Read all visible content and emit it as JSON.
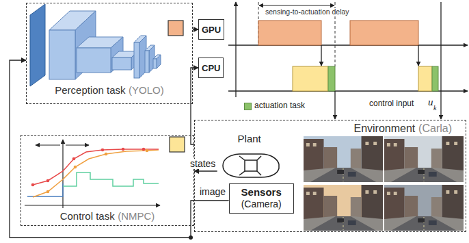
{
  "diagram": {
    "nodes": [
      {
        "text": [
          "Perception task",
          "(YOLO)"
        ]
      },
      {
        "text": [
          "GPU"
        ]
      },
      {
        "text": [
          "CPU"
        ]
      },
      {
        "text": [
          "Environment",
          "(Carla)"
        ]
      },
      {
        "text": [
          "Plant"
        ],
        "in": 3
      },
      {
        "text": [
          "Sensors",
          "(Camera)"
        ],
        "in": 3
      },
      {
        "text": [
          "Control task",
          "(NMPC)"
        ]
      }
    ],
    "edges": [
      {
        "from": 0,
        "to": 1,
        "arrow": "to"
      },
      {
        "from": 6,
        "to": 2,
        "arrow": "to"
      },
      {
        "from": 4,
        "to": 6,
        "label": "states",
        "arrow": "to"
      },
      {
        "from": 5,
        "to": 0,
        "label": "image",
        "arrow": "to"
      }
    ],
    "labels": [
      "sensing-to-actuation delay",
      "control input",
      "u",
      "k"
    ],
    "legend": [
      {
        "text": "actuation task",
        "color": "#8cc26a"
      }
    ]
  }
}
